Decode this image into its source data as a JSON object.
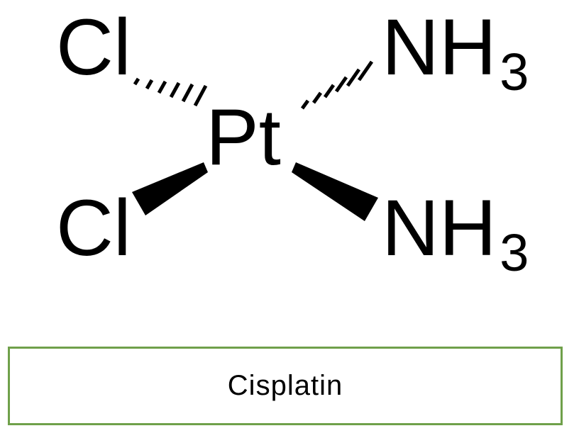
{
  "structure": {
    "center_atom": "Pt",
    "ligands": {
      "top_left": "Cl",
      "bottom_left": "Cl",
      "top_right_main": "NH",
      "top_right_sub": "3",
      "bottom_right_main": "NH",
      "bottom_right_sub": "3"
    },
    "bond_styles": {
      "top_left": "hashed-wedge",
      "top_right": "hashed-wedge",
      "bottom_left": "solid-wedge",
      "bottom_right": "solid-wedge"
    }
  },
  "caption": {
    "name": "Cisplatin"
  },
  "colors": {
    "text": "#000000",
    "box_border": "#6fa04a",
    "background": "#ffffff"
  }
}
